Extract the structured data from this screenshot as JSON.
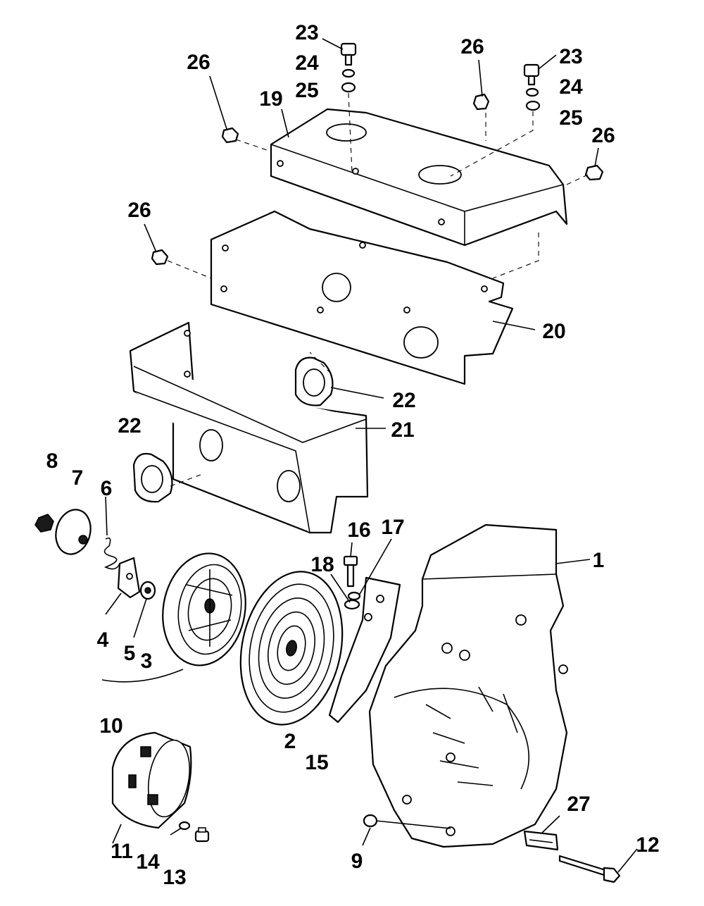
{
  "callouts": [
    "1",
    "2",
    "3",
    "4",
    "5",
    "6",
    "7",
    "8",
    "9",
    "10",
    "11",
    "12",
    "13",
    "14",
    "15",
    "16",
    "17",
    "18",
    "19",
    "20",
    "21",
    "22",
    "22",
    "23",
    "23",
    "24",
    "24",
    "25",
    "25",
    "26",
    "26",
    "26",
    "26",
    "27"
  ]
}
